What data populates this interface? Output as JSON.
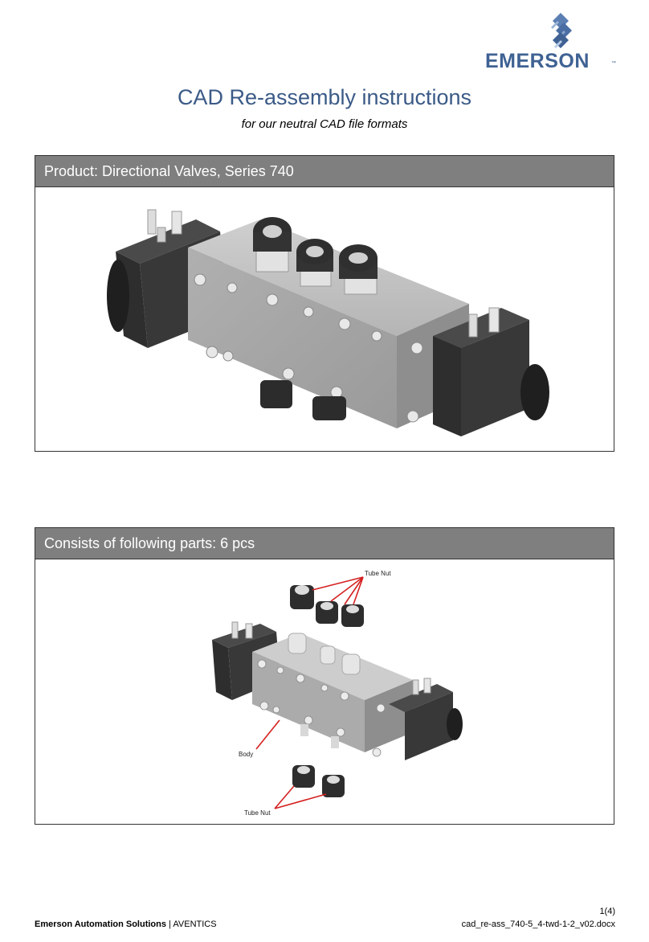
{
  "header": {
    "brand": "EMERSON",
    "brand_tm": "™",
    "title": "CAD Re-assembly instructions",
    "subtitle": "for our neutral CAD file formats"
  },
  "product_section": {
    "heading": "Product: Directional Valves, Series 740"
  },
  "parts_section": {
    "heading": "Consists of following parts: 6 pcs",
    "callouts": {
      "tube_nut_top": "Tube Nut",
      "body": "Body",
      "tube_nut_bottom": "Tube Nut"
    }
  },
  "footer": {
    "page": "1(4)",
    "company_bold": "Emerson Automation Solutions",
    "separator": " | ",
    "company_brand": "AVENTICS",
    "filename": "cad_re-ass_740-5_4-twd-1-2_v02.docx"
  },
  "colors": {
    "title_blue": "#3b5a87",
    "header_gray": "#7f7f7f",
    "callout_red": "#d42020",
    "logo_blue": "#3f6293"
  }
}
